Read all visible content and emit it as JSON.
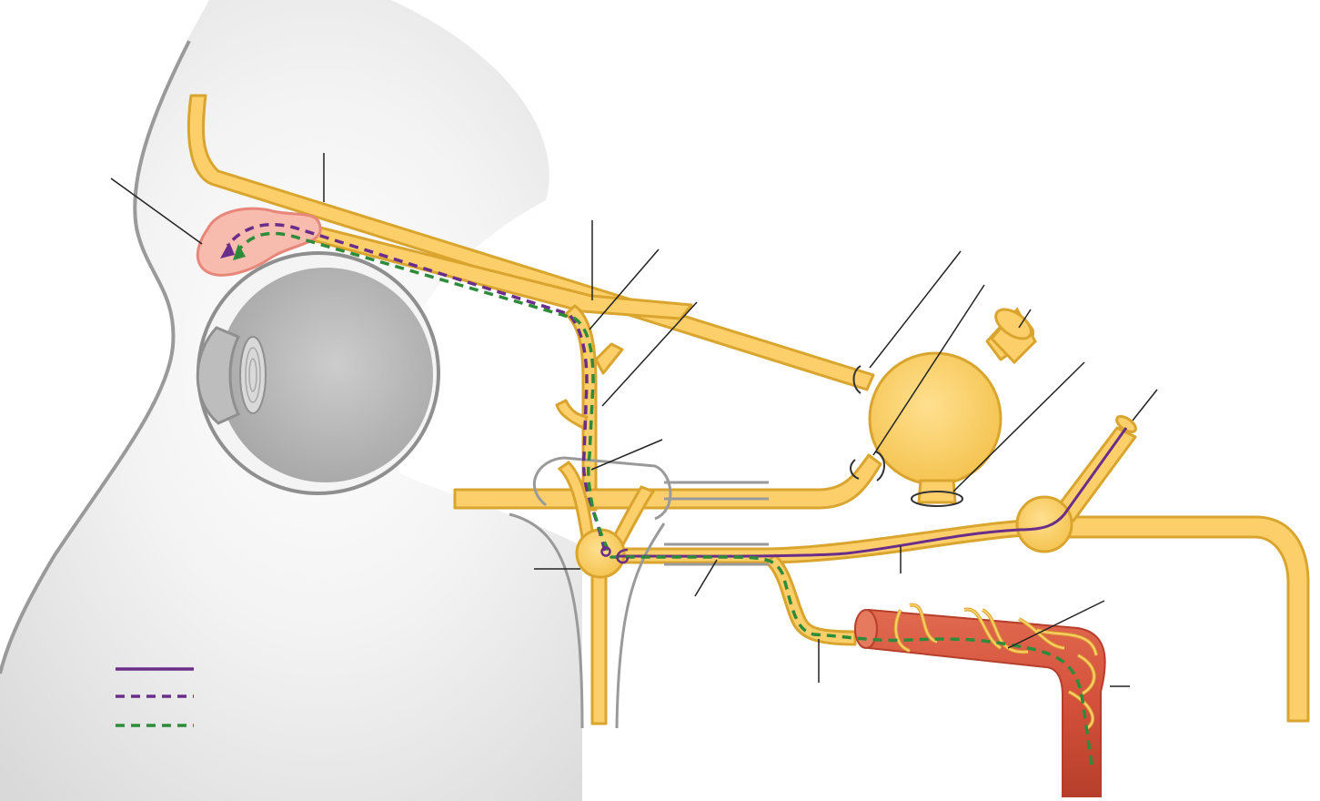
{
  "diagram": {
    "legend": {
      "items": [
        {
          "style": "solid",
          "color": "#6b2d8a"
        },
        {
          "style": "dashed",
          "color": "#6b2d8a"
        },
        {
          "style": "dashed",
          "color": "#2e8b3a"
        }
      ]
    },
    "colors": {
      "nerve_fill": "#fccf6a",
      "nerve_stroke": "#d9a52f",
      "gland_fill": "#f7bcae",
      "gland_stroke": "#e8867a",
      "artery_fill": "#d9543c",
      "artery_dark": "#b83f2b",
      "head_shade": "#dcdcdc",
      "outline_gray": "#9a9a9a",
      "parasympathetic_pre": "#6b2d8a",
      "sympathetic_post": "#2e8b3a"
    },
    "icons": [
      "eyeball-icon",
      "lacrimal-gland-icon",
      "ganglion-icon"
    ]
  }
}
